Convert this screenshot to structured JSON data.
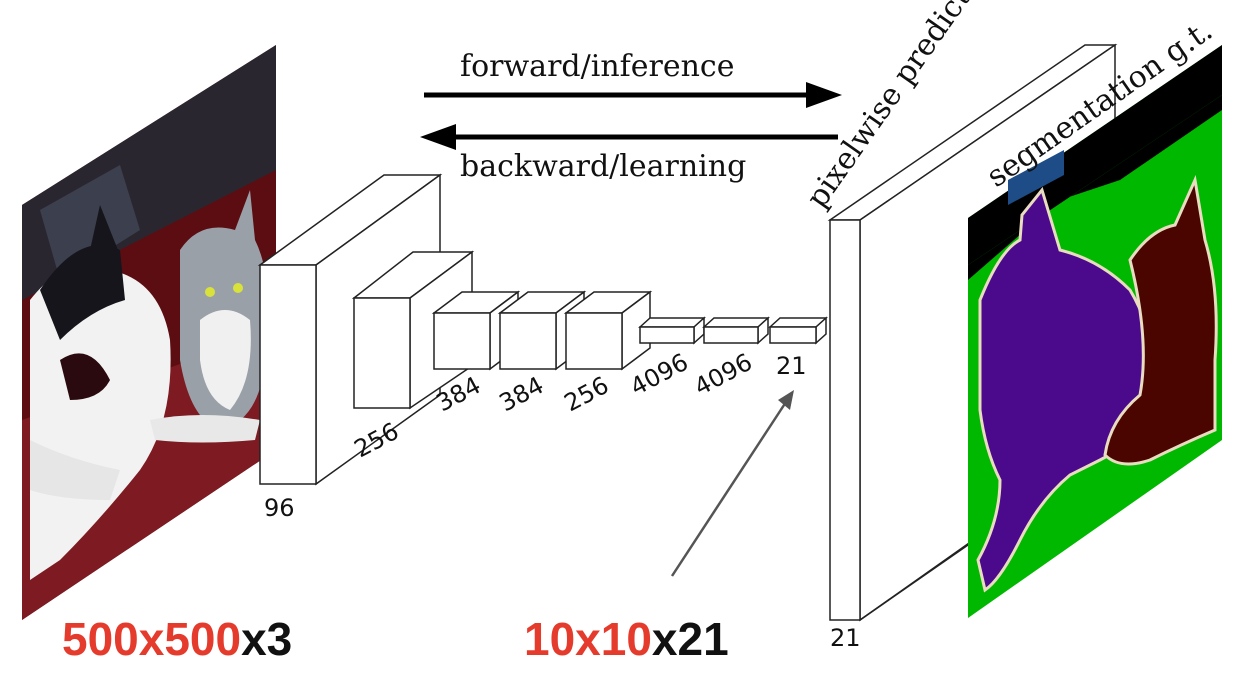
{
  "arrows": {
    "forward_label": "forward/inference",
    "backward_label": "backward/learning"
  },
  "layers": [
    {
      "label": "96"
    },
    {
      "label": "256"
    },
    {
      "label": "384"
    },
    {
      "label": "384"
    },
    {
      "label": "256"
    },
    {
      "label": "4096"
    },
    {
      "label": "4096"
    },
    {
      "label": "21"
    }
  ],
  "prediction": {
    "title": "pixelwise prediction",
    "label": "21"
  },
  "ground_truth": {
    "title": "segmentation g.t."
  },
  "input_size": {
    "red_part": "500x500",
    "black_part": "x3"
  },
  "output_size": {
    "red_part": "10x10",
    "black_part": "x21"
  },
  "colors": {
    "accent_red": "#e53b2c",
    "seg_background": "#00b800",
    "seg_dog": "#4b0a8c",
    "seg_cat": "#4a0500",
    "seg_border": "#e9dcc0"
  }
}
